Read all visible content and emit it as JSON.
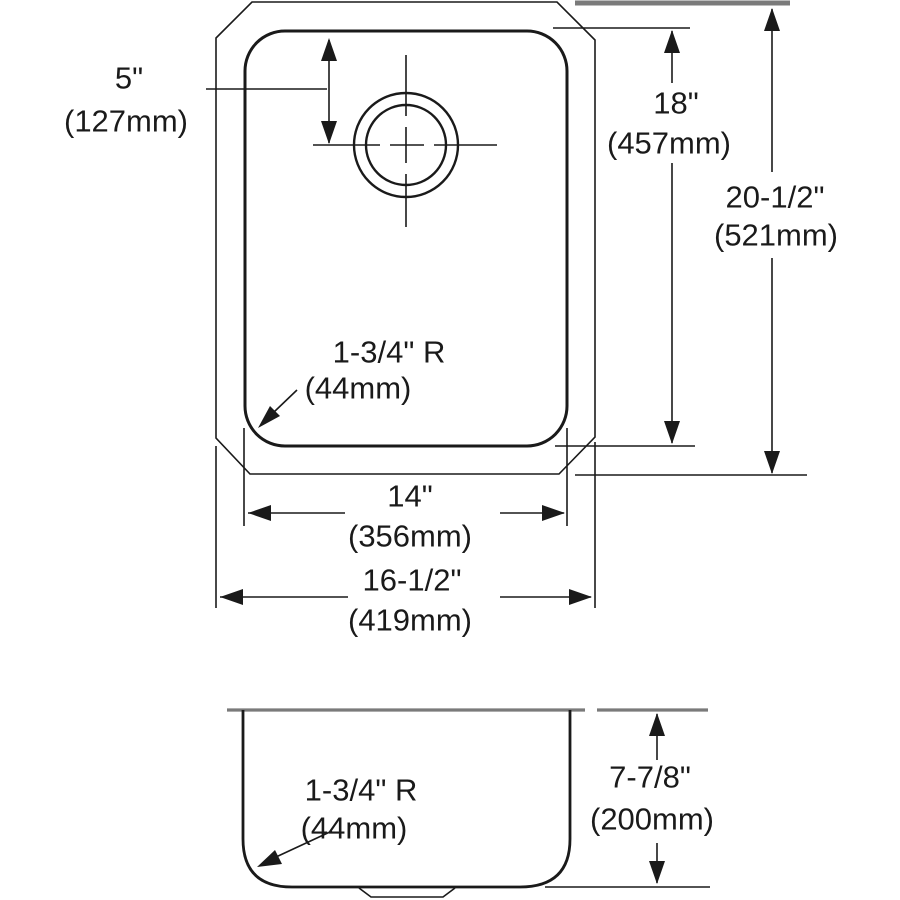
{
  "colors": {
    "line": "#1a1a1a",
    "counter_line": "#7a7a7a",
    "background": "#ffffff"
  },
  "top_view": {
    "hole_offset": {
      "in": "5\"",
      "mm": "(127mm)"
    },
    "bowl_length": {
      "in": "18\"",
      "mm": "(457mm)"
    },
    "overall_length": {
      "in": "20-1/2\"",
      "mm": "(521mm)"
    },
    "bowl_corner_radius": {
      "in": "1-3/4\" R",
      "mm": "(44mm)"
    },
    "bowl_width": {
      "in": "14\"",
      "mm": "(356mm)"
    },
    "overall_width": {
      "in": "16-1/2\"",
      "mm": "(419mm)"
    }
  },
  "section_view": {
    "bottom_corner_radius": {
      "in": "1-3/4\" R",
      "mm": "(44mm)"
    },
    "depth": {
      "in": "7-7/8\"",
      "mm": "(200mm)"
    }
  }
}
